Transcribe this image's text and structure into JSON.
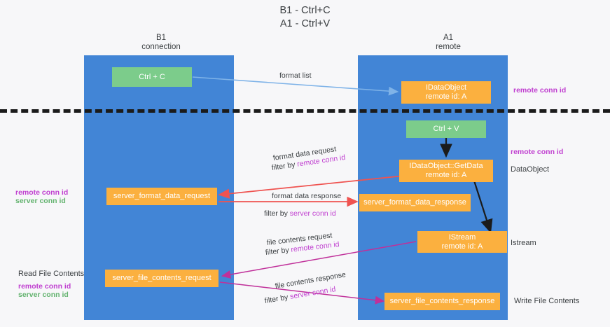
{
  "title": "B1 - Ctrl+C\nA1 - Ctrl+V",
  "columns": {
    "left": "B1\nconnection",
    "right": "A1\nremote"
  },
  "colors": {
    "lane": "#4285d6",
    "green_box": "#7ccc8b",
    "orange_box": "#fbb03f",
    "purple_text": "#c040d0",
    "green_text": "#63b36f",
    "blue_arrow": "#7fb3e8",
    "red_arrow": "#ef5350",
    "magenta_arrow": "#c0309a",
    "black_arrow": "#1b1b1b",
    "divider": "#1b1b1b"
  },
  "boxes": {
    "ctrl_c": "Ctrl + C",
    "ctrl_v": "Ctrl + V",
    "idataobject": "IDataObject\nremote id: A",
    "getdata": "IDataObject::GetData\nremote id: A",
    "istream": "IStream\nremote id: A",
    "server_format_data_request": "server_format_data_request",
    "server_format_data_response": "server_format_data_response",
    "server_file_contents_request": "server_file_contents_request",
    "server_file_contents_response": "server_file_contents_response"
  },
  "edge_labels": {
    "format_list": "format list",
    "format_data_request": "format data request",
    "format_data_request_filter_prefix": "filter by ",
    "format_data_request_filter_key": "remote conn id",
    "format_data_response": "format data response",
    "format_data_response_filter_prefix": "filter by ",
    "format_data_response_filter_key": "server conn id",
    "file_contents_request": "file contents request",
    "file_contents_request_filter_prefix": "filter by ",
    "file_contents_request_filter_key": "remote conn id",
    "file_contents_response": "file contents response",
    "file_contents_response_filter_prefix": "filter by ",
    "file_contents_response_filter_key": "server conn id"
  },
  "right_annotations": {
    "remote_conn_id_top": "remote conn id",
    "remote_conn_id_mid": "remote conn id",
    "dataobject": "DataObject",
    "istream": "Istream",
    "write_file_contents": "Write File Contents"
  },
  "left_annotations": {
    "remote_conn_id_mid": "remote conn id",
    "server_conn_id_mid": "server conn id",
    "read_file_contents": "Read File Contents",
    "remote_conn_id_bottom": "remote conn id",
    "server_conn_id_bottom": "server conn id"
  }
}
